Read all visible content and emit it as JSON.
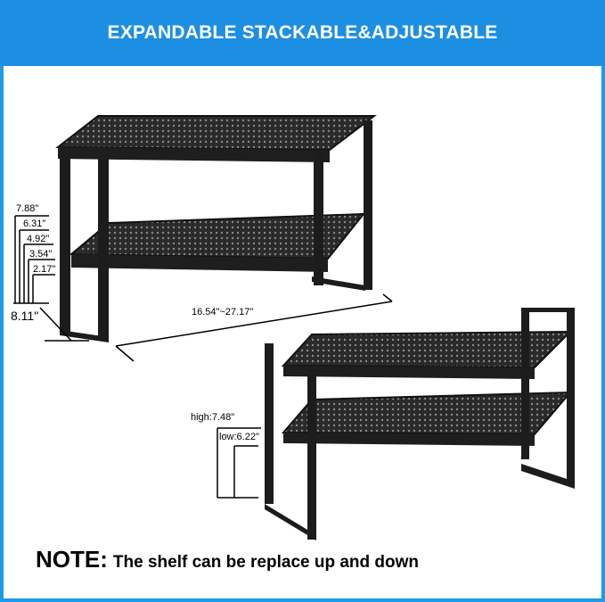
{
  "banner": {
    "title": "EXPANDABLE STACKABLE&ADJUSTABLE",
    "color": "#1d8fe2"
  },
  "shelf_top": {
    "heights": [
      "7.88\"",
      "6.31\"",
      "4.92\"",
      "3.54\"",
      "2.17\""
    ],
    "depth": "8.11\"",
    "width": "16.54\"~27.17\""
  },
  "shelf_bottom": {
    "high": "high:7.48\"",
    "low": "low:6.22\""
  },
  "note": {
    "label": "NOTE:",
    "text": "The shelf can be replace up and down"
  }
}
